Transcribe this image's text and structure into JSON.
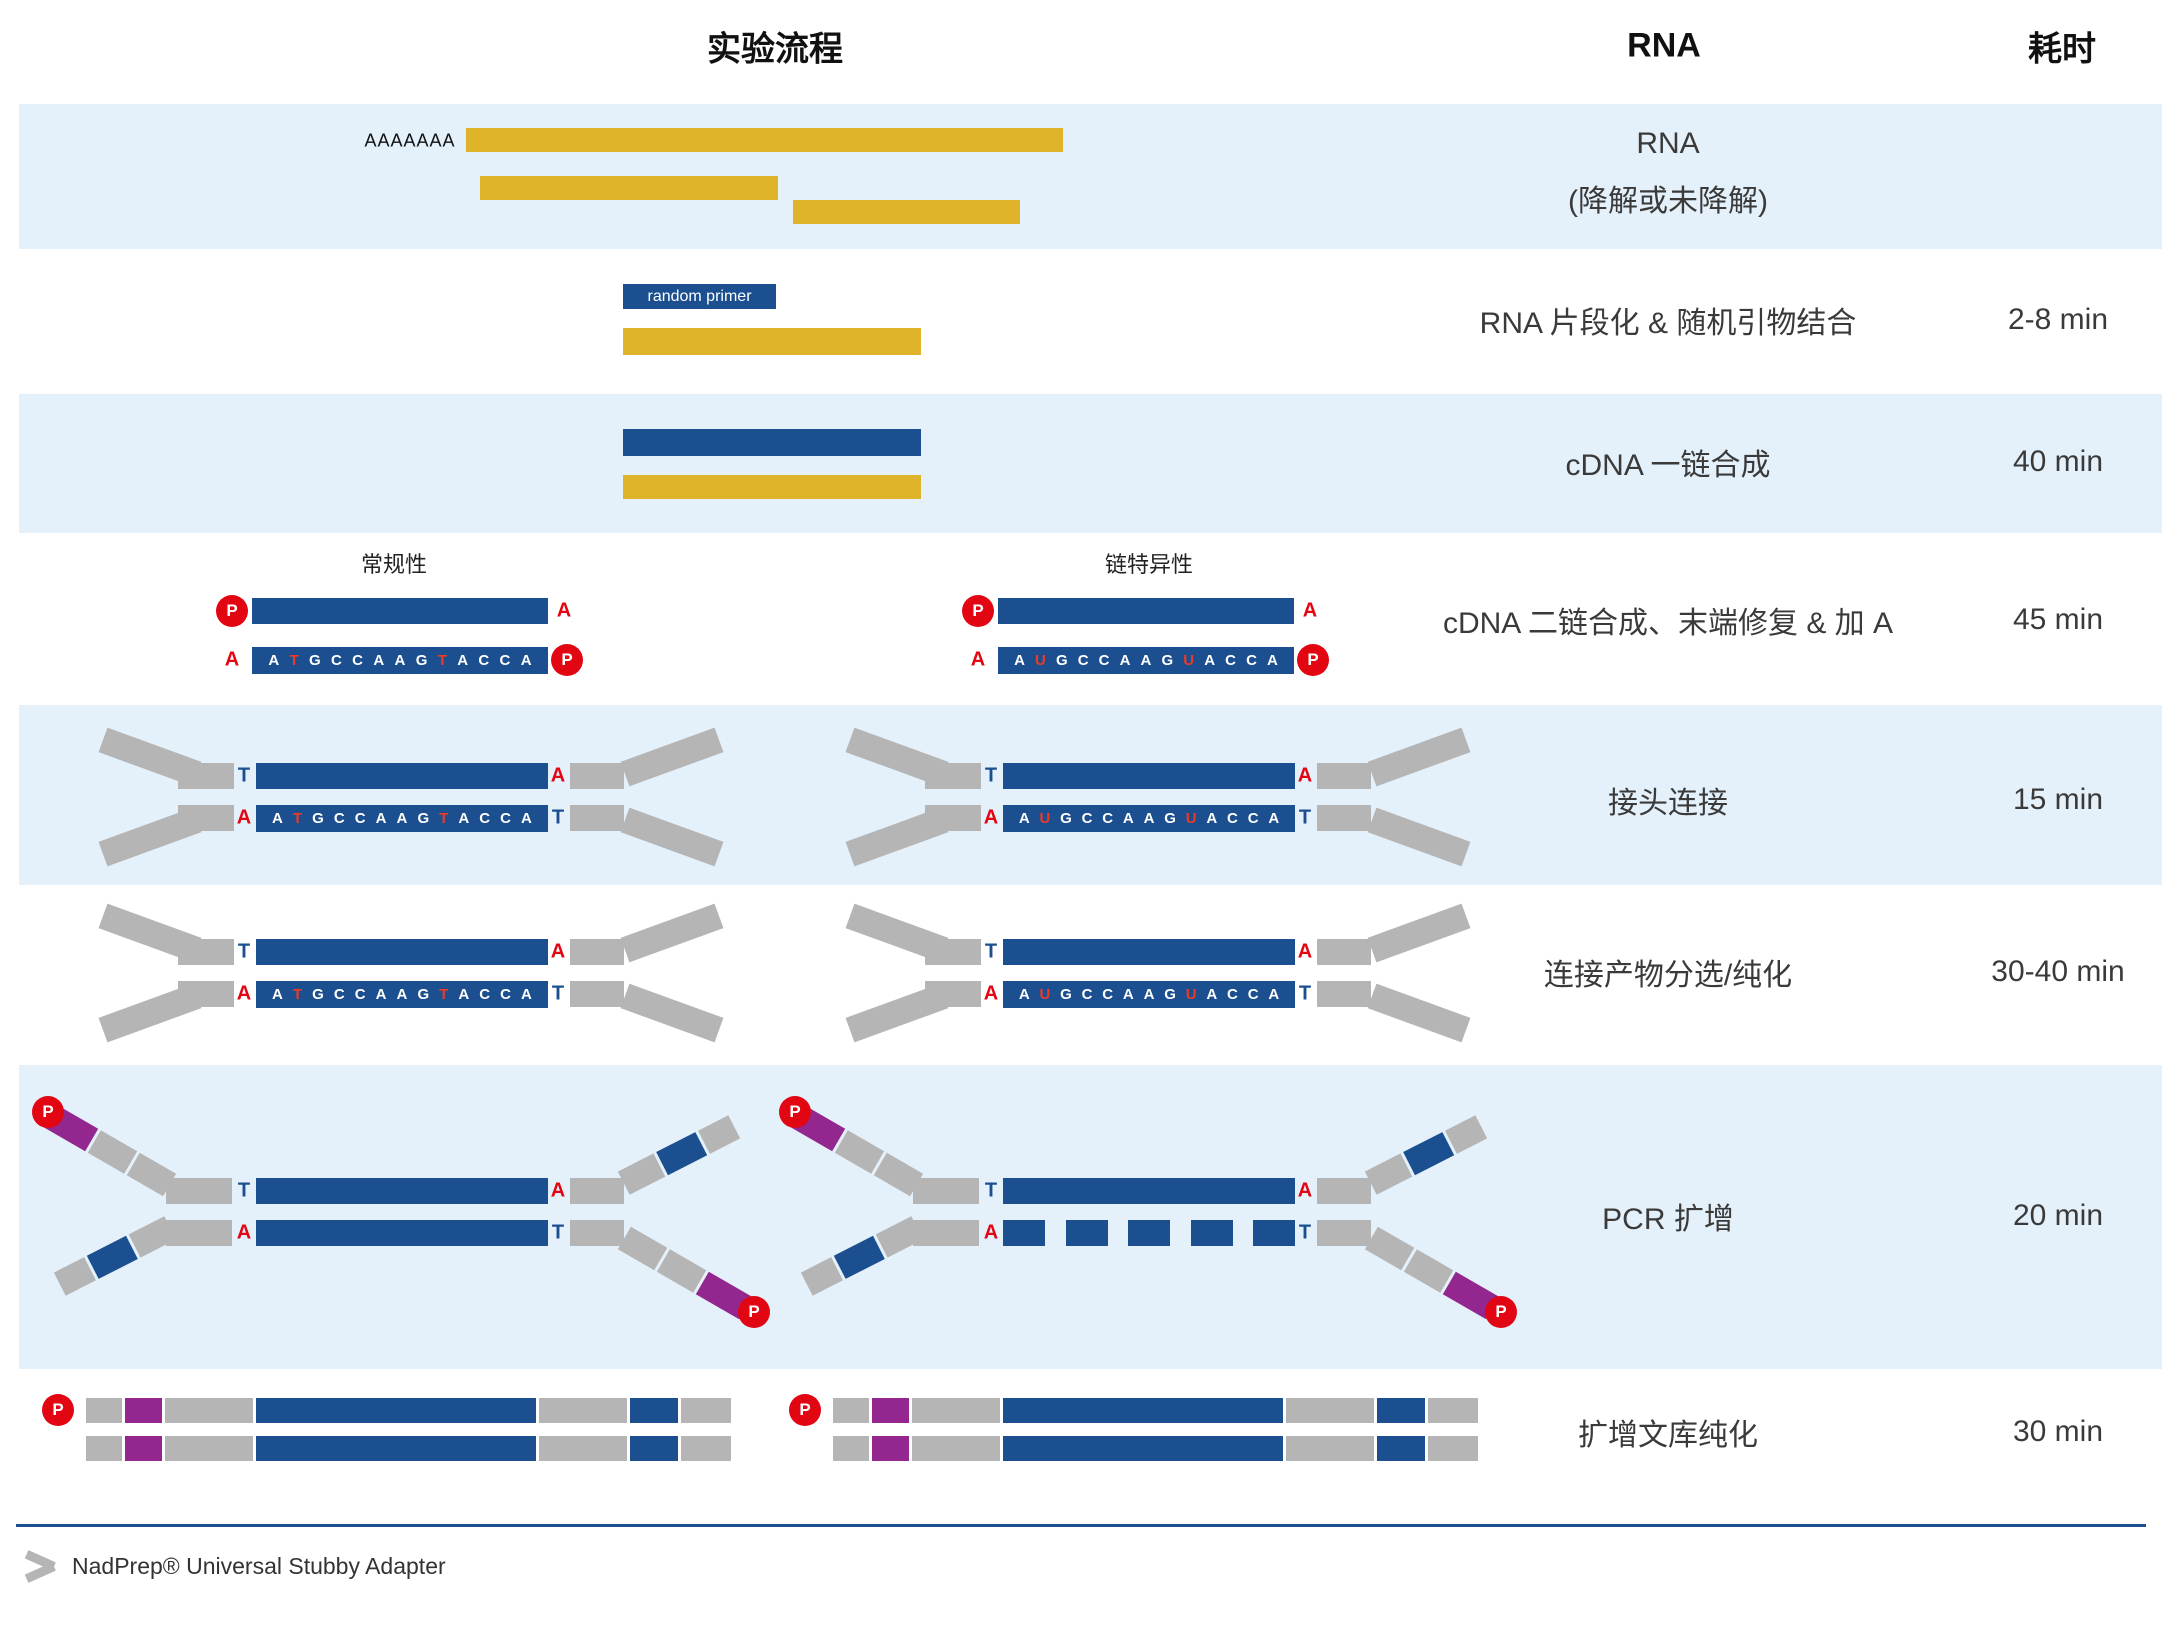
{
  "header": {
    "workflow": "实验流程",
    "sample_type": "RNA",
    "time_label": "耗时"
  },
  "rows": [
    {
      "label": "RNA",
      "label2": "(降解或未降解)",
      "time": ""
    },
    {
      "label": "RNA 片段化 & 随机引物结合",
      "time": "2-8 min"
    },
    {
      "label": "cDNA 一链合成",
      "time": "40 min"
    },
    {
      "label": "cDNA 二链合成、末端修复 & 加 A",
      "time": "45 min"
    },
    {
      "label": "接头连接",
      "time": "15 min"
    },
    {
      "label": "连接产物分选/纯化",
      "time": "30-40 min"
    },
    {
      "label": "PCR 扩增",
      "time": "20 min"
    },
    {
      "label": "扩增文库纯化",
      "time": "30 min"
    }
  ],
  "annotations": {
    "poly_a": "AAAAAAA",
    "random_primer": "random primer",
    "conventional": "常规性",
    "strand_specific": "链特异性"
  },
  "sequences": {
    "conventional": {
      "text": "ATGCCAAGTACCA",
      "red_indices": [
        1,
        8
      ]
    },
    "strand_specific": {
      "text": "AUGCCAAGUACCA",
      "red_indices": [
        1,
        8
      ]
    }
  },
  "letters": {
    "p": "P",
    "a": "A",
    "t": "T"
  },
  "legend": {
    "adapter_name": "NadPrep® Universal Stubby Adapter"
  },
  "colors": {
    "navy": "#1b4f8f",
    "yellow": "#dfb32a",
    "red": "#e20613",
    "gray": "#b5b5b5",
    "purple": "#93278f",
    "band": "#e4f1fa",
    "seq_red": "#ee3a24",
    "text": "#3a3a3a"
  }
}
